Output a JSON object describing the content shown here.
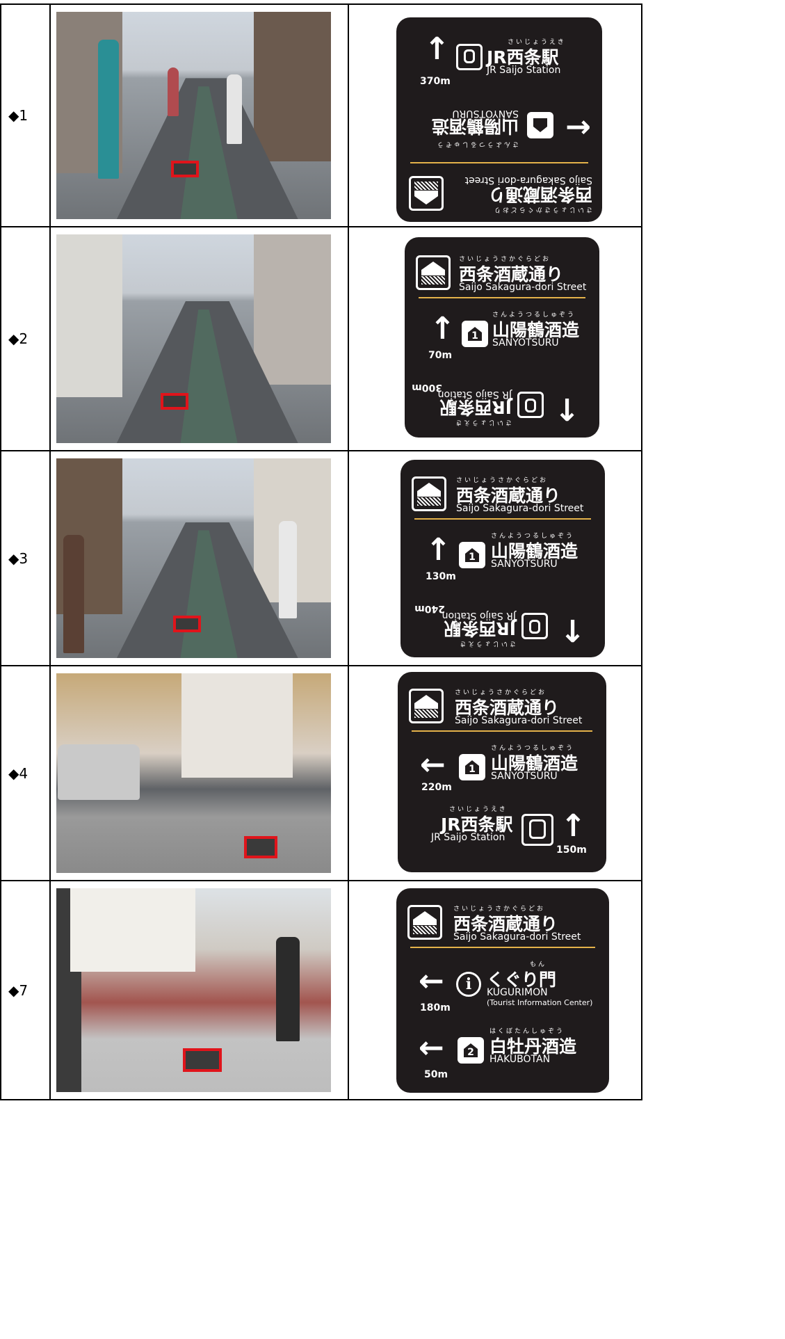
{
  "rows": [
    {
      "label": "◆1",
      "sign": {
        "top": {
          "ruby": "さいじょうえき",
          "jp": "JR西条駅",
          "en": "JR Saijo Station",
          "dist": "370m",
          "arrow": "↑"
        },
        "mid_flipped": {
          "ruby": "さんようつるしゅぞう",
          "jp": "山陽鶴酒造",
          "en": "SANYOTSURU",
          "arrow": "→"
        },
        "bottom_flipped": {
          "ruby": "さいじょうさかぐらどおり",
          "jp": "西条酒蔵通り",
          "en": "Saijo Sakagura-dori Street"
        }
      }
    },
    {
      "label": "◆2",
      "sign": {
        "header": {
          "ruby": "さいじょうさかぐらどお",
          "jp": "西条酒蔵通り",
          "en": "Saijo Sakagura-dori Street"
        },
        "dest1": {
          "ruby": "さんようつるしゅぞう",
          "jp": "山陽鶴酒造",
          "en": "SANYOTSURU",
          "num": "1",
          "dist": "70m",
          "arrow": "↑"
        },
        "dest2_flipped": {
          "ruby": "さいじょうえき",
          "jp": "JR西条駅",
          "en": "JR Saijo Station",
          "dist": "300m",
          "arrow": "↑"
        }
      }
    },
    {
      "label": "◆3",
      "sign": {
        "header": {
          "ruby": "さいじょうさかぐらどお",
          "jp": "西条酒蔵通り",
          "en": "Saijo Sakagura-dori Street"
        },
        "dest1": {
          "ruby": "さんようつるしゅぞう",
          "jp": "山陽鶴酒造",
          "en": "SANYOTSURU",
          "num": "1",
          "dist": "130m",
          "arrow": "↑"
        },
        "dest2_flipped": {
          "ruby": "さいじょうえき",
          "jp": "JR西条駅",
          "en": "JR Saijo Station",
          "dist": "240m",
          "arrow": "↑"
        }
      }
    },
    {
      "label": "◆4",
      "sign": {
        "header": {
          "ruby": "さいじょうさかぐらどお",
          "jp": "西条酒蔵通り",
          "en": "Saijo Sakagura-dori Street"
        },
        "dest1": {
          "ruby": "さんようつるしゅぞう",
          "jp": "山陽鶴酒造",
          "en": "SANYOTSURU",
          "num": "1",
          "dist": "220m",
          "arrow": "←"
        },
        "dest2": {
          "ruby": "さいじょうえき",
          "jp": "JR西条駅",
          "en": "JR Saijo Station",
          "dist": "150m",
          "arrow": "↑"
        }
      }
    },
    {
      "label": "◆7",
      "sign": {
        "header": {
          "ruby": "さいじょうさかぐらどお",
          "jp": "西条酒蔵通り",
          "en": "Saijo Sakagura-dori Street"
        },
        "dest1": {
          "ruby": "もん",
          "jp": "くぐり門",
          "en": "KUGURIMON",
          "en2": "(Tourist Information Center)",
          "icon": "i",
          "dist": "180m",
          "arrow": "←"
        },
        "dest2": {
          "ruby": "はくぼたんしゅぞう",
          "jp": "白牡丹酒造",
          "en": "HAKUBOTAN",
          "num": "2",
          "dist": "50m",
          "arrow": "←"
        }
      }
    }
  ],
  "colors": {
    "plate": "#1f1b1c",
    "rule": "#e4b24a",
    "marker": "#e0141b"
  }
}
